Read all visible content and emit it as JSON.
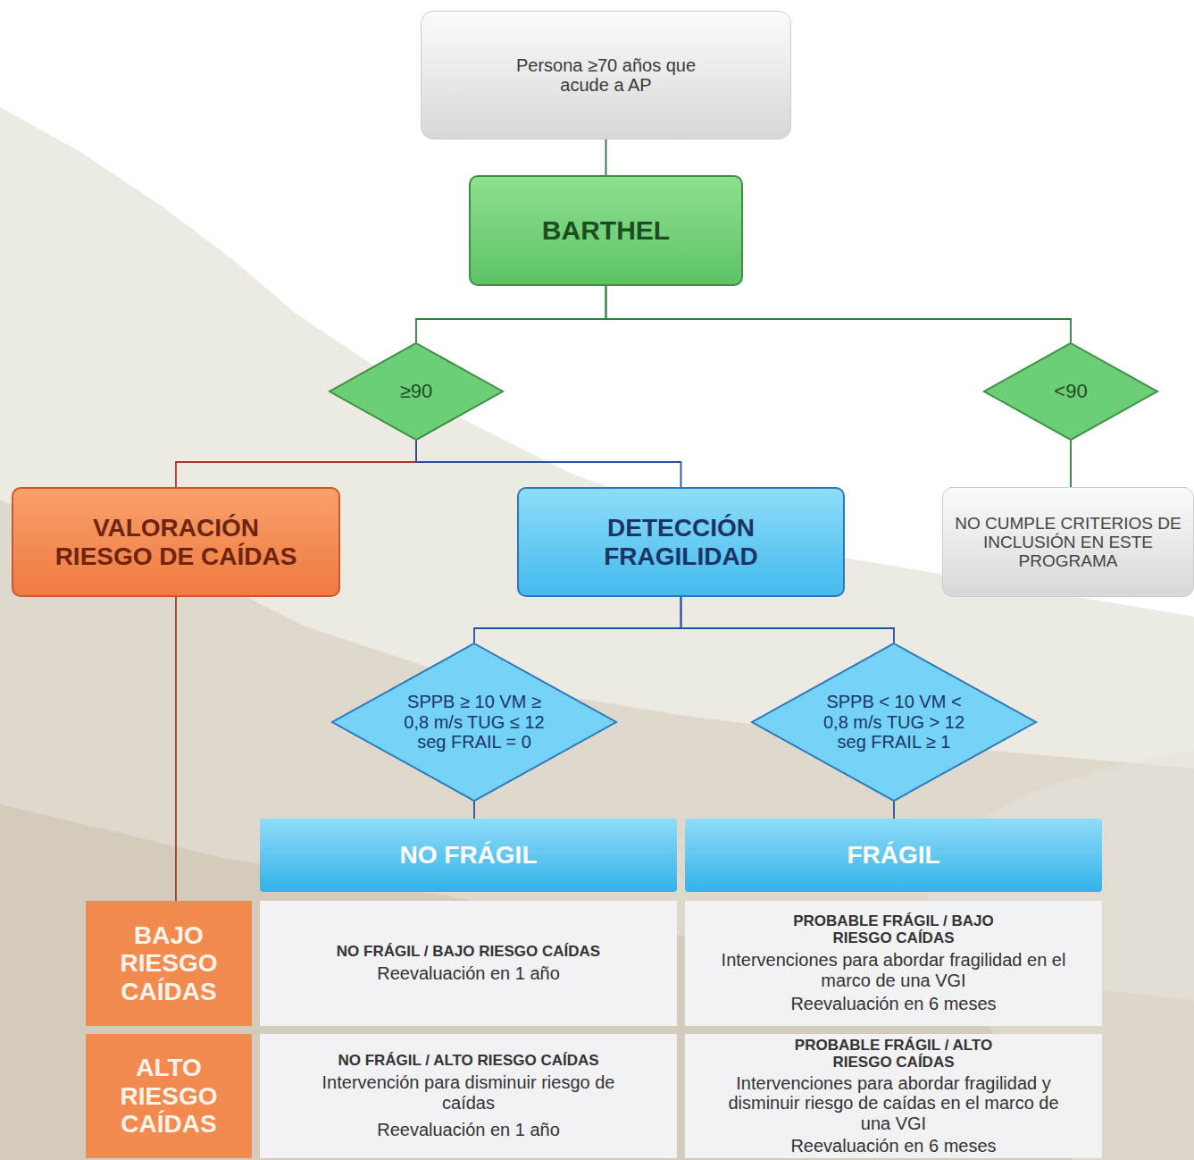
{
  "diagram": {
    "nodes": [
      {
        "text": [
          "Persona ≥70 años que acude a AP"
        ]
      },
      {
        "text": [
          "BARTHEL"
        ]
      },
      {
        "text": [
          "≥90"
        ]
      },
      {
        "text": [
          "<90"
        ]
      },
      {
        "text": [
          "VALORACIÓN RIESGO DE CAÍDAS"
        ]
      },
      {
        "text": [
          "DETECCIÓN FRAGILIDAD"
        ]
      },
      {
        "text": [
          "NO CUMPLE CRITERIOS DE INCLUSIÓN EN ESTE PROGRAMA"
        ]
      },
      {
        "text": [
          "SPPB ≥ 10 VM ≥ 0,8 m/s TUG ≤ 12 seg FRAIL = 0"
        ]
      },
      {
        "text": [
          "SPPB < 10 VM < 0,8 m/s TUG > 12 seg FRAIL ≥ 1"
        ]
      },
      {
        "text": [
          "NO FRÁGIL"
        ]
      },
      {
        "text": [
          "FRÁGIL"
        ]
      },
      {
        "text": [
          "BAJO RIESGO CAÍDAS"
        ]
      },
      {
        "text": [
          "NO FRÁGIL / BAJO RIESGO CAÍDAS",
          "Reevaluación en 1 año"
        ]
      },
      {
        "text": [
          "PROBABLE FRÁGIL / BAJO RIESGO CAÍDAS",
          "Intervenciones para abordar fragilidad en el marco de una VGI",
          "Reevaluación en 6 meses"
        ]
      },
      {
        "text": [
          "ALTO RIESGO CAÍDAS"
        ]
      },
      {
        "text": [
          "NO FRÁGIL / ALTO RIESGO CAÍDAS",
          "Intervención para disminuir riesgo de caídas",
          "Reevaluación en 1 año"
        ]
      },
      {
        "text": [
          "PROBABLE FRÁGIL / ALTO RIESGO CAÍDAS",
          "Intervenciones para abordar fragilidad y disminuir riesgo de caídas en el marco de una VGI",
          "Reevaluación en 6 meses"
        ]
      }
    ],
    "edges": [
      {
        "from": 0,
        "to": 1,
        "arrow": "none"
      },
      {
        "from": 1,
        "to": 2,
        "arrow": "none"
      },
      {
        "from": 1,
        "to": 3,
        "arrow": "none"
      },
      {
        "from": 2,
        "to": 4,
        "arrow": "none"
      },
      {
        "from": 2,
        "to": 5,
        "arrow": "none"
      },
      {
        "from": 3,
        "to": 6,
        "arrow": "none"
      },
      {
        "from": 4,
        "to": 11,
        "arrow": "none"
      },
      {
        "from": 5,
        "to": 7,
        "arrow": "none"
      },
      {
        "from": 5,
        "to": 8,
        "arrow": "none"
      },
      {
        "from": 7,
        "to": 9,
        "arrow": "none"
      },
      {
        "from": 8,
        "to": 10,
        "arrow": "none"
      }
    ]
  }
}
